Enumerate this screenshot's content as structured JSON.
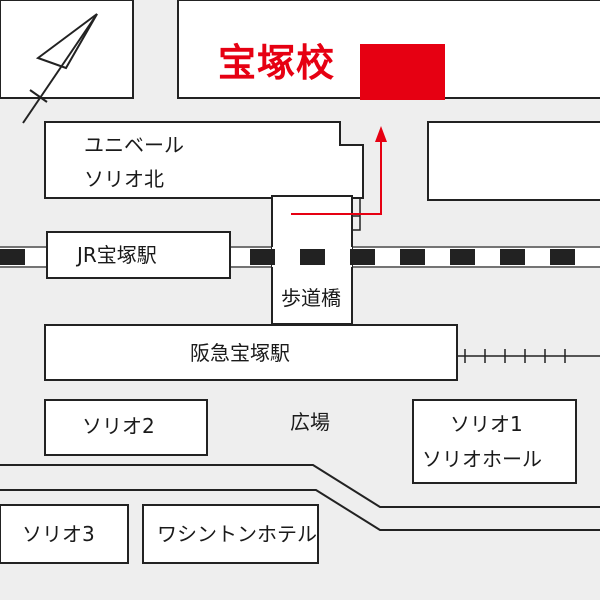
{
  "destination": {
    "name": "宝塚校",
    "color": "#e60012"
  },
  "labels": {
    "unibell_line1": "ユニベール",
    "unibell_line2": "ソリオ北",
    "jr_station": "JR宝塚駅",
    "footbridge": "歩道橋",
    "hankyu_station": "阪急宝塚駅",
    "solio2": "ソリオ2",
    "plaza": "広場",
    "solio1_line1": "ソリオ1",
    "solio1_line2": "ソリオホール",
    "solio3": "ソリオ3",
    "washington_hotel": "ワシントンホテル"
  },
  "colors": {
    "road": "#eeeeee",
    "outline": "#222222",
    "route": "#e60012"
  }
}
